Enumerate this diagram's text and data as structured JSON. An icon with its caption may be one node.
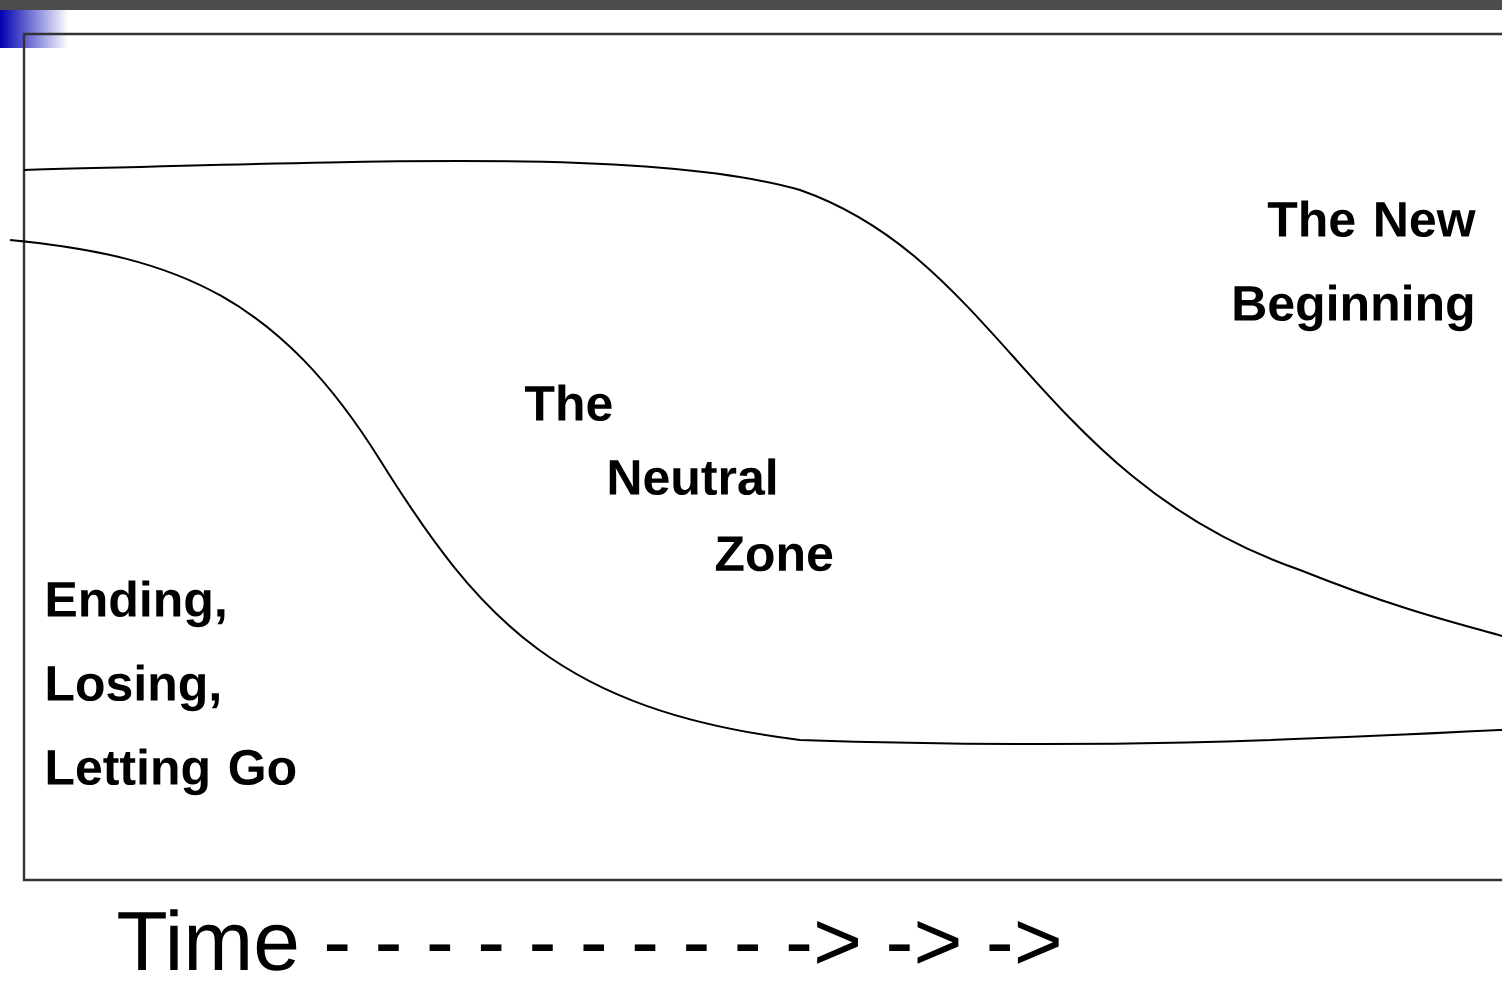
{
  "diagram": {
    "labels": [
      "The New Beginning",
      "The",
      "Neutral",
      "Zone",
      "Ending, Losing, Letting Go",
      "Time - - - - - - - - - -> -> ->"
    ]
  }
}
